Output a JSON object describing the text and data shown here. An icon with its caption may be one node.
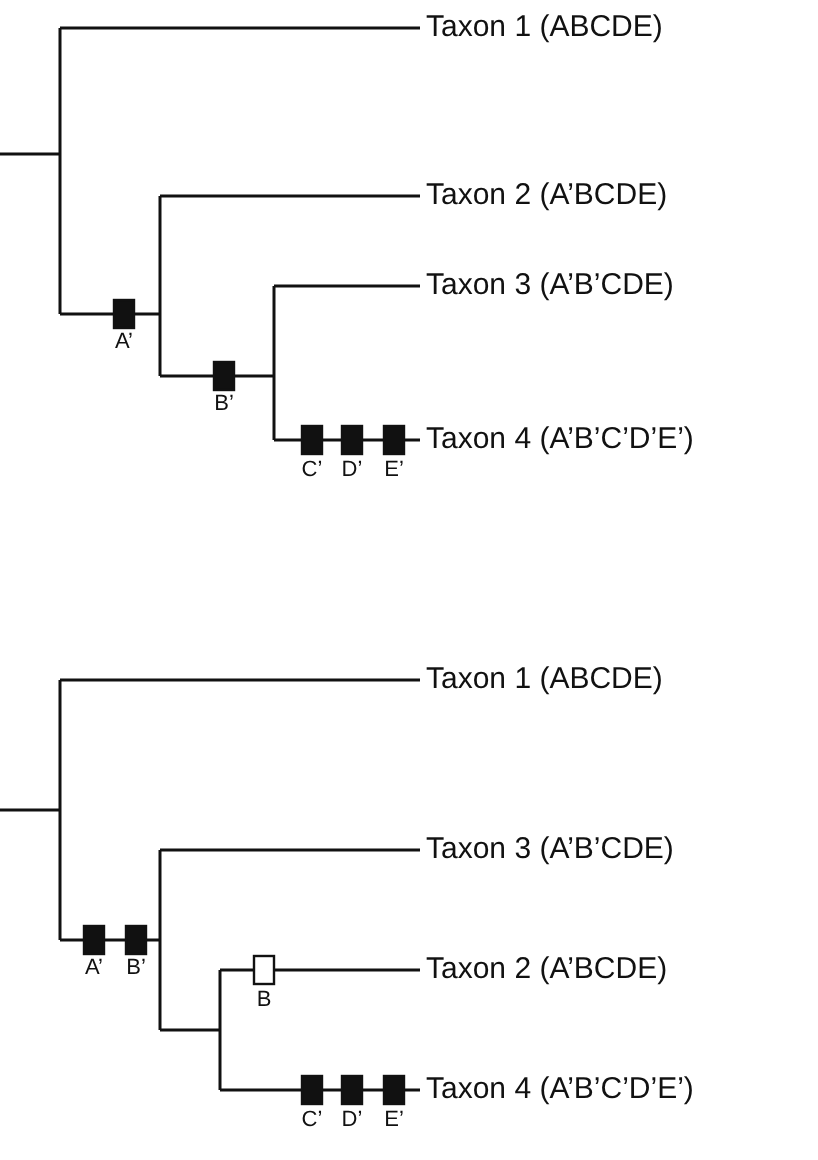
{
  "diagram": {
    "nodes": [
      {
        "text": [
          "Taxon 1 (ABCDE)"
        ]
      },
      {
        "text": [
          "Taxon 2 (A’BCDE)"
        ]
      },
      {
        "text": [
          "Taxon 3 (A’B’CDE)"
        ]
      },
      {
        "text": [
          "Taxon 4 (A’B’C’D’E’)"
        ]
      },
      {
        "text": [
          "Taxon 1 (ABCDE)"
        ]
      },
      {
        "text": [
          "Taxon 3 (A’B’CDE)"
        ]
      },
      {
        "text": [
          "Taxon 2 (A’BCDE)"
        ]
      },
      {
        "text": [
          "Taxon 4 (A’B’C’D’E’)"
        ]
      }
    ],
    "edges": [
      {
        "from": null,
        "to": 0,
        "arrow": "none"
      },
      {
        "from": null,
        "to": 1,
        "arrow": "none"
      },
      {
        "from": null,
        "to": 2,
        "arrow": "none"
      },
      {
        "from": null,
        "to": 3,
        "arrow": "none"
      },
      {
        "from": null,
        "to": 4,
        "arrow": "none"
      },
      {
        "from": null,
        "to": 5,
        "arrow": "none"
      },
      {
        "from": null,
        "to": 6,
        "arrow": "none"
      },
      {
        "from": null,
        "to": 7,
        "arrow": "none"
      }
    ],
    "labels": [
      "A’",
      "B’",
      "C’",
      "D’",
      "E’",
      "A’",
      "B’",
      "B",
      "C’",
      "D’",
      "E’"
    ]
  }
}
